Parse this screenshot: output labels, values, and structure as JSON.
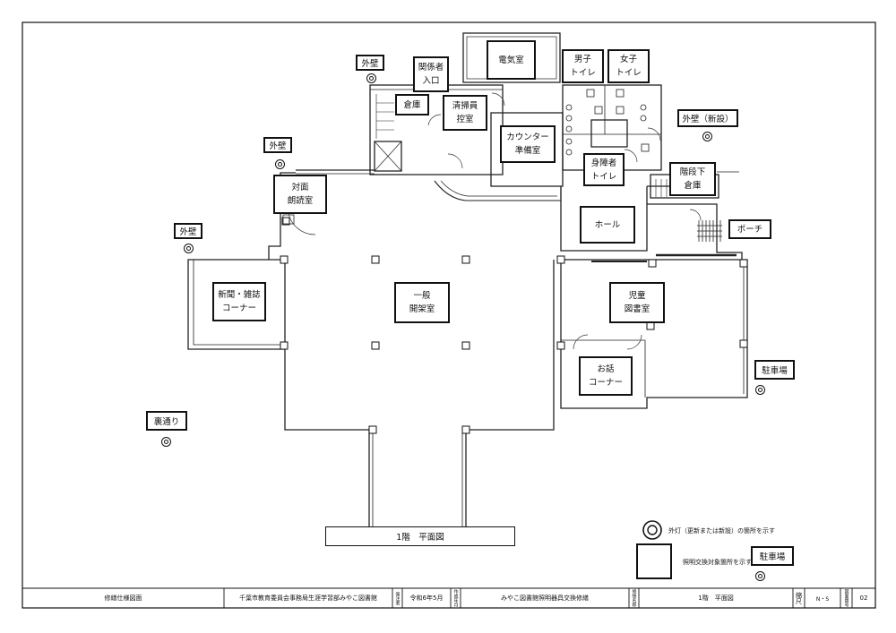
{
  "rooms": {
    "denki": "電気室",
    "danshi": "男子\nトイレ",
    "joshi": "女子\nトイレ",
    "kankei": "関係者\n入口",
    "soko1": "倉庫",
    "seiso": "清掃員\n控室",
    "counter": "カウンター\n準備室",
    "shogai": "身障者\nトイレ",
    "kaidan": "階段下\n倉庫",
    "taimen": "対面\n朗読室",
    "hall": "ホール",
    "porch": "ポーチ",
    "shinbun": "新聞・雑誌\nコーナー",
    "ippan": "一般\n開架室",
    "jido": "児童\n図書室",
    "ohanashi": "お話\nコーナー"
  },
  "markers": {
    "gaiheki": "外壁",
    "gaiheki_shinsetsu": "外壁（新設）",
    "parking": "駐車場",
    "uradori": "裏通り"
  },
  "caption": "1階　平面図",
  "legend": {
    "lamp_note": "外灯（更新または新設）の箇所を示す",
    "room_note": "照明交換対象箇所を示す",
    "parking": "駐車場"
  },
  "title_block": {
    "drawing_type": "修繕仕様図面",
    "owner": "千葉市教育委員会事務局生涯学習部みやこ図書館",
    "h_owner": "発注者",
    "date": "令和6年5月",
    "h_date": "作成年月",
    "project": "みやこ図書館照明器具交換修繕",
    "h_project": "修繕名称",
    "drawing_name": "1階　平面図",
    "h_drawing_name": "図面名称",
    "h_scale": "縮尺",
    "scale": "N・S",
    "h_number": "図面番号",
    "number": "02"
  }
}
